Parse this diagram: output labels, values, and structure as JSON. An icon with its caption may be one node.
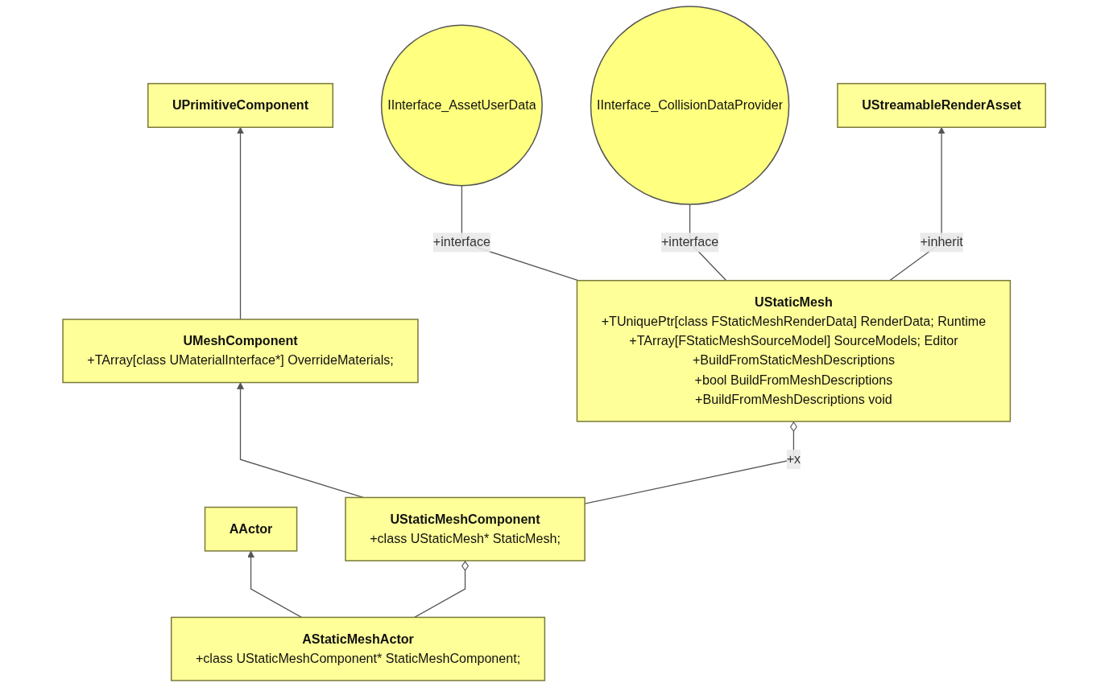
{
  "diagram": {
    "nodes": [
      {
        "text": [
          "UPrimitiveComponent"
        ]
      },
      {
        "text": [
          "IInterface_AssetUserData"
        ]
      },
      {
        "text": [
          "IInterface_CollisionDataProvider"
        ]
      },
      {
        "text": [
          "UMeshComponent",
          "+TArray[class UMaterialInterface*] OverrideMaterials;"
        ]
      },
      {
        "text": [
          "AActor"
        ]
      },
      {
        "text": [
          "UStaticMesh",
          "+TUniquePtr[class FStaticMeshRenderData] RenderData; Runtime",
          "+TArray[FStaticMeshSourceModel] SourceModels; Editor",
          "+BuildFromStaticMeshDescriptions",
          "+bool BuildFromMeshDescriptions",
          "+BuildFromMeshDescriptions void"
        ]
      },
      {
        "text": [
          "UStaticMeshComponent",
          "+class UStaticMesh* StaticMesh;"
        ]
      },
      {
        "text": [
          "AStaticMeshActor",
          "+class UStaticMeshComponent* StaticMeshComponent;"
        ]
      },
      {
        "text": [
          "UStreamableRenderAsset"
        ]
      }
    ],
    "edges": [
      {
        "from": 3,
        "to": 0,
        "arrow": "to"
      },
      {
        "from": 5,
        "to": 1,
        "arrow": "none",
        "label": "+interface"
      },
      {
        "from": 5,
        "to": 2,
        "arrow": "none",
        "label": "+interface"
      },
      {
        "from": 6,
        "to": 3,
        "arrow": "to"
      },
      {
        "from": 7,
        "to": 4,
        "arrow": "to"
      },
      {
        "from": 6,
        "to": 5,
        "arrow": "other",
        "label": "+x"
      },
      {
        "from": 7,
        "to": 6,
        "arrow": "other"
      },
      {
        "from": 5,
        "to": 8,
        "arrow": "to",
        "label": "+inherit"
      }
    ]
  }
}
